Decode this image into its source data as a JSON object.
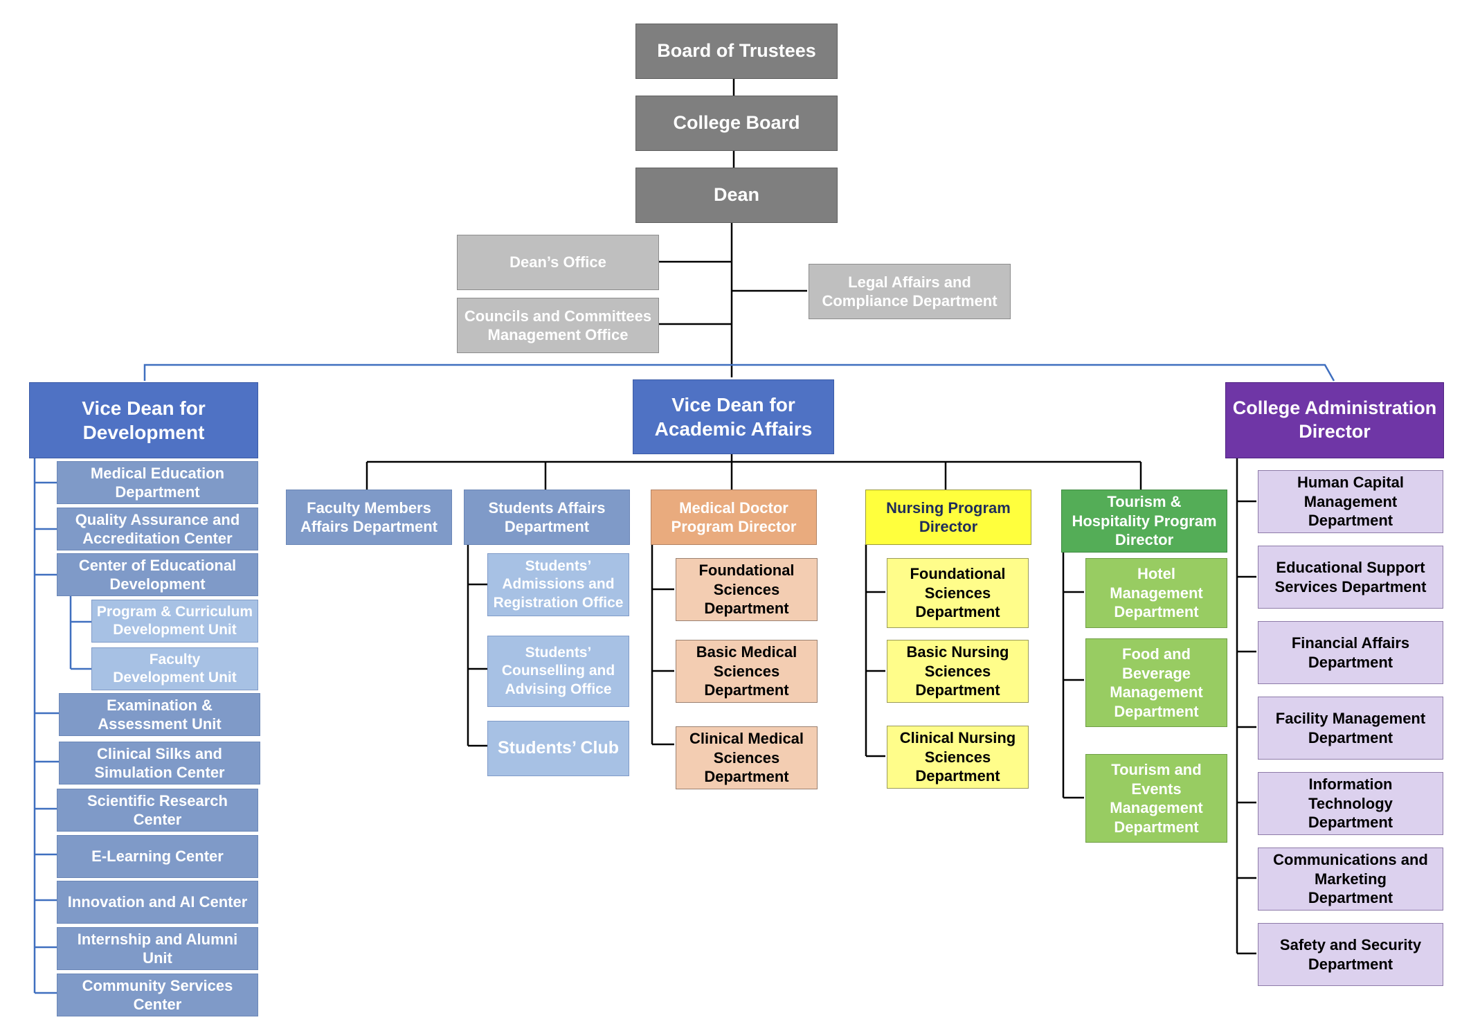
{
  "top": {
    "board_of_trustees": "Board of Trustees",
    "college_board": "College Board",
    "dean": "Dean",
    "deans_office": "Dean’s Office",
    "councils_office": "Councils and Committees\nManagement Office",
    "legal_affairs": "Legal Affairs and\nCompliance Department"
  },
  "development": {
    "head": "Vice Dean for\nDevelopment",
    "units": [
      "Medical Education\nDepartment",
      "Quality Assurance and\nAccreditation Center",
      "Center of Educational\nDevelopment",
      "Program & Curriculum\nDevelopment Unit",
      "Faculty\nDevelopment Unit",
      "Examination &\nAssessment Unit",
      "Clinical Silks and\nSimulation Center",
      "Scientific Research\nCenter",
      "E-Learning Center",
      "Innovation and AI Center",
      "Internship and Alumni\nUnit",
      "Community Services\nCenter"
    ]
  },
  "academic": {
    "head": "Vice Dean for\nAcademic Affairs",
    "faculty_members": "Faculty Members\nAffairs Department",
    "students_affairs": {
      "head": "Students Affairs\nDepartment",
      "units": [
        "Students’\nAdmissions and\nRegistration Office",
        "Students’\nCounselling and\nAdvising Office",
        "Students’ Club"
      ]
    },
    "medical_doctor": {
      "head": "Medical Doctor\nProgram Director",
      "units": [
        "Foundational\nSciences\nDepartment",
        "Basic Medical\nSciences\nDepartment",
        "Clinical Medical\nSciences\nDepartment"
      ]
    },
    "nursing": {
      "head": "Nursing Program\nDirector",
      "units": [
        "Foundational\nSciences\nDepartment",
        "Basic Nursing\nSciences\nDepartment",
        "Clinical Nursing\nSciences\nDepartment"
      ]
    },
    "tourism": {
      "head": "Tourism &\nHospitality Program\nDirector",
      "units": [
        "Hotel\nManagement\nDepartment",
        "Food and\nBeverage\nManagement\nDepartment",
        "Tourism and\nEvents\nManagement\nDepartment"
      ]
    }
  },
  "administration": {
    "head": "College Administration\nDirector",
    "units": [
      "Human Capital\nManagement\nDepartment",
      "Educational Support\nServices Department",
      "Financial Affairs\nDepartment",
      "Facility Management\nDepartment",
      "Information\nTechnology\nDepartment",
      "Communications and\nMarketing\nDepartment",
      "Safety and Security\nDepartment"
    ]
  },
  "colors": {
    "connector": "#000000",
    "connector_blue": "#3f6fbf"
  }
}
